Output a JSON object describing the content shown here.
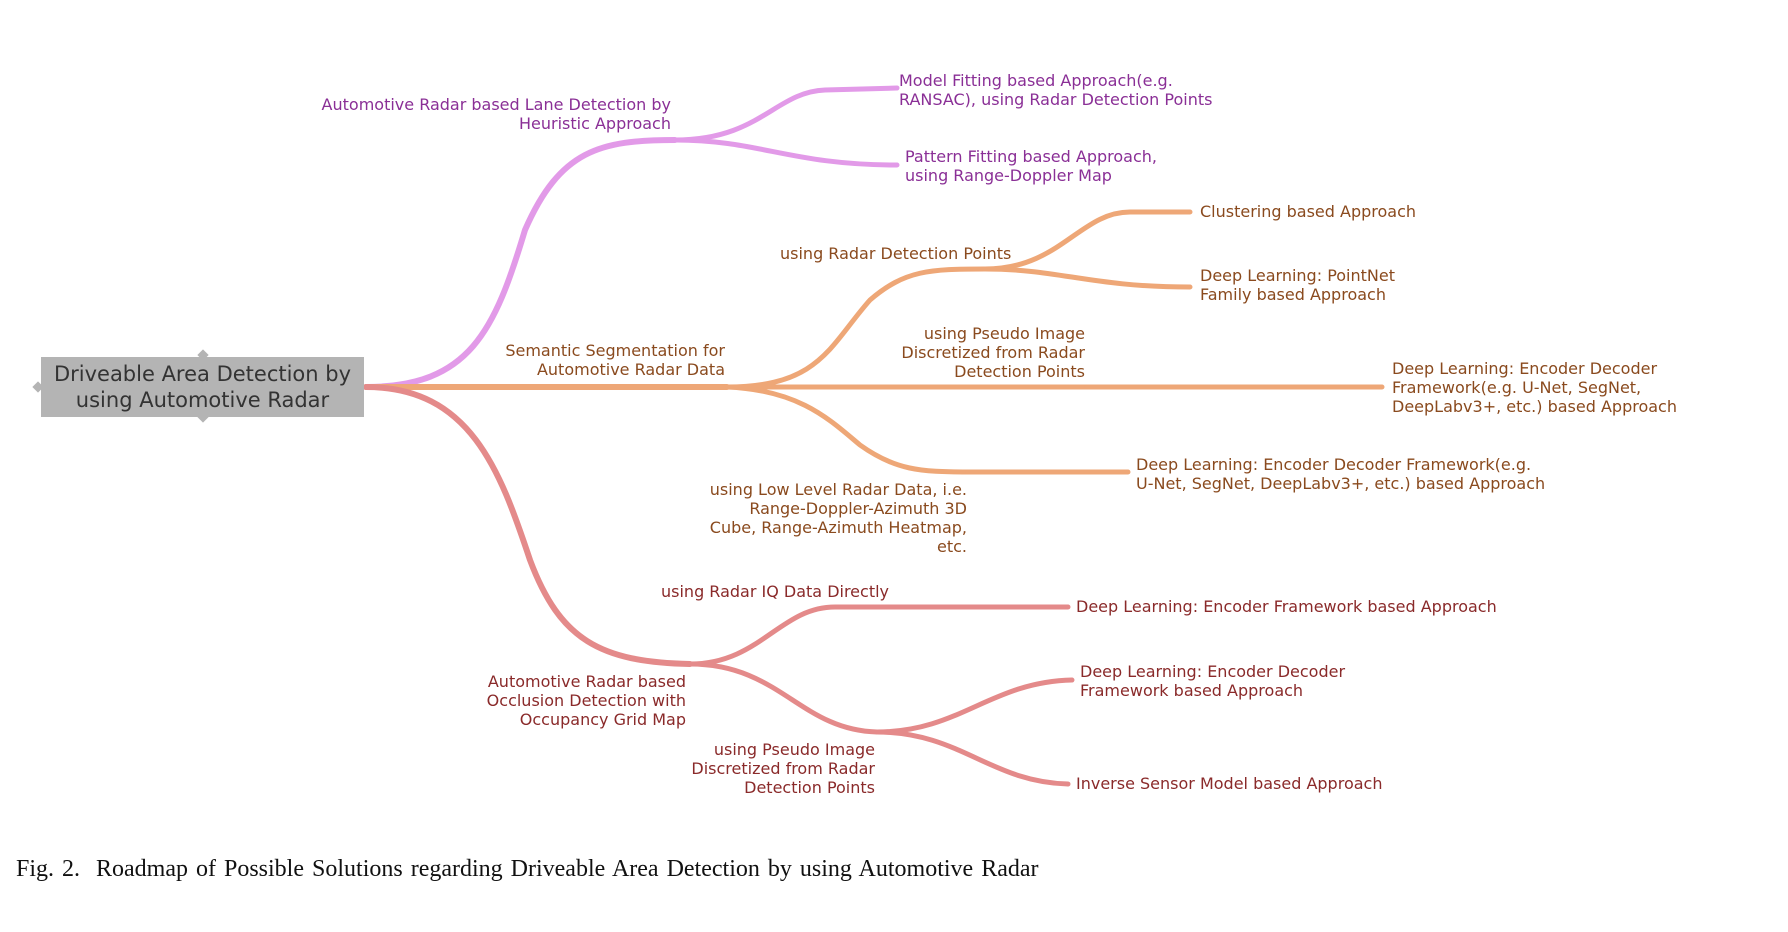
{
  "root": {
    "label": "Driveable Area Detection by\nusing Automotive Radar"
  },
  "branches": {
    "lane_detection": {
      "label": "Automotive Radar based Lane Detection by\nHeuristic Approach",
      "color": "#e29ae8",
      "children": {
        "model_fitting": "Model Fitting based Approach(e.g.\nRANSAC), using Radar Detection Points",
        "pattern_fitting": "Pattern Fitting based Approach,\nusing Range-Doppler Map"
      }
    },
    "semantic_segmentation": {
      "label": "Semantic Segmentation for\nAutomotive Radar Data",
      "color": "#eea777",
      "children": {
        "detection_points": {
          "label": "using Radar Detection Points",
          "children": {
            "clustering": "Clustering based Approach",
            "pointnet": "Deep Learning: PointNet\nFamily based Approach"
          }
        },
        "pseudo_image": {
          "label": "using Pseudo Image\nDiscretized from Radar\nDetection Points",
          "children": {
            "encoder_decoder": "Deep Learning: Encoder Decoder\nFramework(e.g. U-Net, SegNet,\nDeepLabv3+, etc.) based Approach"
          }
        },
        "low_level": {
          "label": "using Low Level Radar Data, i.e.\nRange-Doppler-Azimuth 3D\nCube, Range-Azimuth Heatmap,\netc.",
          "children": {
            "encoder_decoder": "Deep Learning: Encoder Decoder Framework(e.g.\nU-Net, SegNet, DeepLabv3+, etc.) based Approach"
          }
        }
      }
    },
    "occlusion": {
      "label": "Automotive Radar based\nOcclusion Detection with\nOccupancy Grid Map",
      "color": "#e48a8a",
      "children": {
        "iq_data": {
          "label": "using Radar IQ Data Directly",
          "children": {
            "encoder": "Deep Learning: Encoder Framework based Approach"
          }
        },
        "pseudo_image": {
          "label": "using Pseudo Image\nDiscretized from Radar\nDetection Points",
          "children": {
            "encoder_decoder": "Deep Learning: Encoder Decoder\nFramework based Approach",
            "inverse_sensor": "Inverse Sensor Model based Approach"
          }
        }
      }
    }
  },
  "caption": "Fig. 2.  Roadmap of Possible Solutions regarding Driveable Area Detection by using Automotive Radar"
}
